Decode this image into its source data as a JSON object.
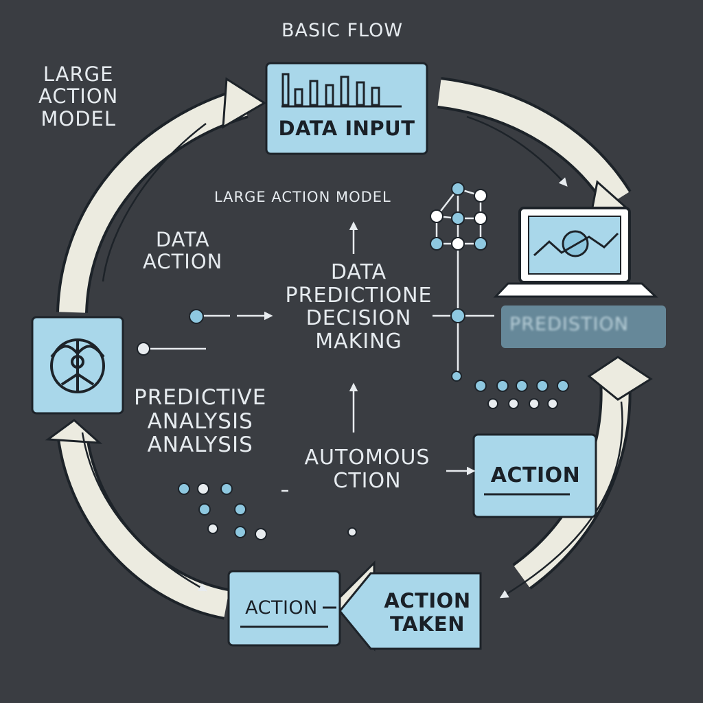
{
  "title": "BASIC FLOW",
  "corner_label": [
    "LARGE",
    "ACTION",
    "MODEL"
  ],
  "center": {
    "model_label": "LARGE ACTION MODEL",
    "data_action": [
      "DATA",
      "ACTION"
    ],
    "core": [
      "DATA",
      "PREDICTIONE",
      "DECISION",
      "MAKING"
    ],
    "predictive": [
      "PREDICTIVE",
      "ANALYSIS",
      "ANALYSIS"
    ],
    "automous": [
      "AUTOMOUS",
      "CTION"
    ]
  },
  "nodes": {
    "data_input": "DATA INPUT",
    "prediction_blur": "PREDISTION",
    "action_right": "ACTION",
    "action_taken": [
      "ACTION",
      "TAKEN"
    ],
    "action_bottom": "ACTION"
  },
  "colors": {
    "background": "#3a3d42",
    "box_fill": "#a9d7ea",
    "ring": "#ecebe0",
    "outline": "#1d2329",
    "node": "#8ec8e0"
  },
  "icons": [
    "bar-chart-icon",
    "laptop-icon",
    "network-graph-icon",
    "brain-circuit-icon"
  ]
}
